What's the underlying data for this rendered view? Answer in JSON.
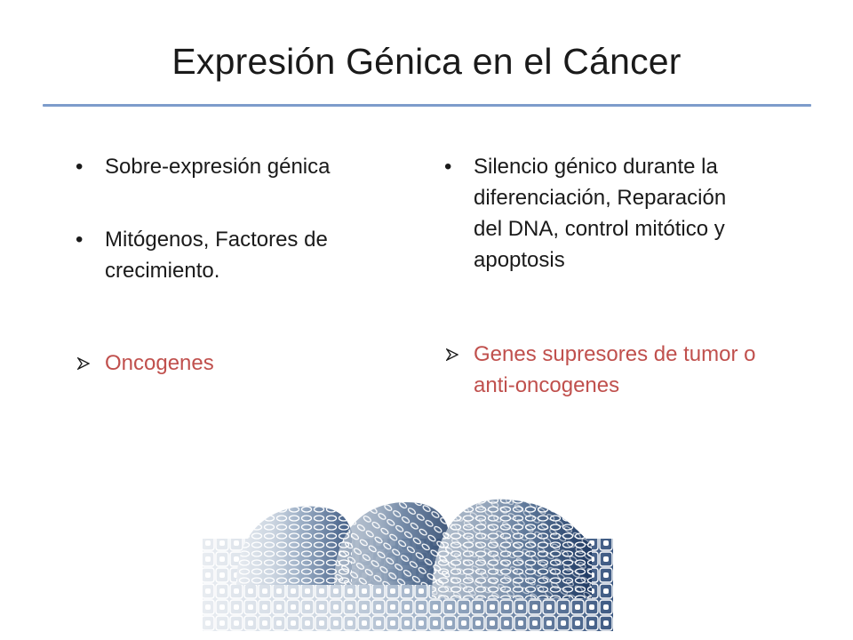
{
  "slide": {
    "title": "Expresión Génica en el Cáncer"
  },
  "left_column": {
    "bullets": [
      "Sobre-expresión génica",
      "Mitógenos, Factores de crecimiento."
    ],
    "highlight": "Oncogenes"
  },
  "right_column": {
    "bullets": [
      "Silencio génico durante la diferenciación, Reparación del DNA, control mitótico y apoptosis"
    ],
    "highlight": "Genes supresores de tumor o anti-oncogenes"
  },
  "colors": {
    "title_rule": "#7d9ccb",
    "highlight_text": "#c0504d",
    "body_text": "#1a1a1a"
  },
  "icons": {
    "bullet": "•",
    "highlight_marker": "arrow-bullet-icon",
    "illustration": "tumor-tissue-illustration"
  }
}
